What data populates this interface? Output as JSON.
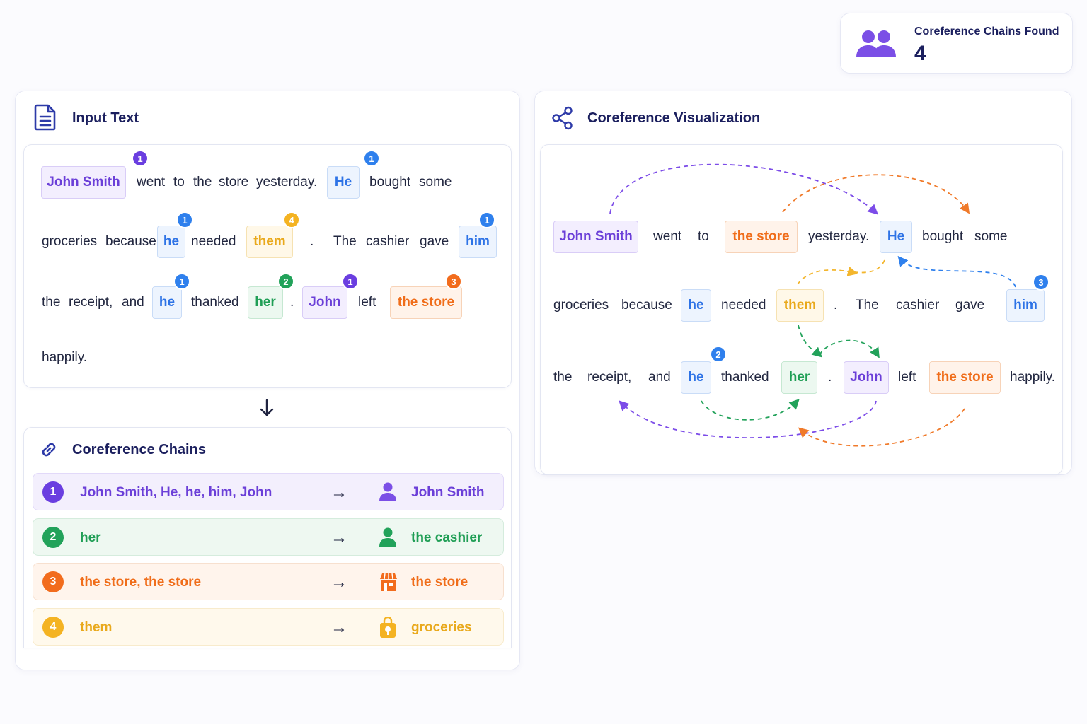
{
  "summary": {
    "label": "Coreference Chains Found",
    "count": "4"
  },
  "input_panel": {
    "title": "Input Text",
    "words": {
      "john_smith": "John Smith",
      "went": "went",
      "to": "to",
      "the": "the",
      "store": "store",
      "yesterday": "yesterday.",
      "He": "He",
      "bought": "bought",
      "some": "some",
      "groceries": "groceries",
      "because": "because",
      "he": "he",
      "needed": "needed",
      "them": "them",
      "period": ".",
      "The": "The",
      "cashier": "cashier",
      "gave": "gave",
      "him": "him",
      "the2": "the",
      "receipt": "receipt,",
      "and": "and",
      "he2": "he",
      "thanked": "thanked",
      "her": "her",
      "period2": ".",
      "John": "John",
      "left": "left",
      "the_store": "the store",
      "happily": "happily."
    },
    "badges": {
      "john_smith": "1",
      "He": "1",
      "he": "1",
      "them": "4",
      "him": "1",
      "he2": "1",
      "her": "2",
      "John": "1",
      "the_store": "3"
    }
  },
  "chains_panel": {
    "title": "Coreference Chains",
    "arrow": "→",
    "chains": [
      {
        "id": "1",
        "mentions": "John Smith, He, he, him, John",
        "entity": "John Smith",
        "icon": "person-icon",
        "color": "#6a3ee0"
      },
      {
        "id": "2",
        "mentions": "her",
        "entity": "the cashier",
        "icon": "person-icon",
        "color": "#22a25a"
      },
      {
        "id": "3",
        "mentions": "the store, the store",
        "entity": "the store",
        "icon": "store-icon",
        "color": "#f26c1d"
      },
      {
        "id": "4",
        "mentions": "them",
        "entity": "groceries",
        "icon": "grocery-bag-icon",
        "color": "#f4b322"
      }
    ]
  },
  "viz_panel": {
    "title": "Coreference Visualization",
    "words": {
      "john_smith": "John Smith",
      "went": "went",
      "to": "to",
      "the_store": "the store",
      "yesterday": "yesterday.",
      "He": "He",
      "bought": "bought",
      "some": "some",
      "groceries": "groceries",
      "because": "because",
      "he": "he",
      "needed": "needed",
      "them": "them",
      "period": ".",
      "The": "The",
      "cashier": "cashier",
      "gave": "gave",
      "him": "him",
      "the": "the",
      "receipt": "receipt,",
      "and": "and",
      "he2": "he",
      "thanked": "thanked",
      "her": "her",
      "period2": ".",
      "John": "John",
      "left": "left",
      "the_store2": "the store",
      "happily": "happily."
    },
    "badges": {
      "him": "3",
      "he2": "2"
    }
  }
}
